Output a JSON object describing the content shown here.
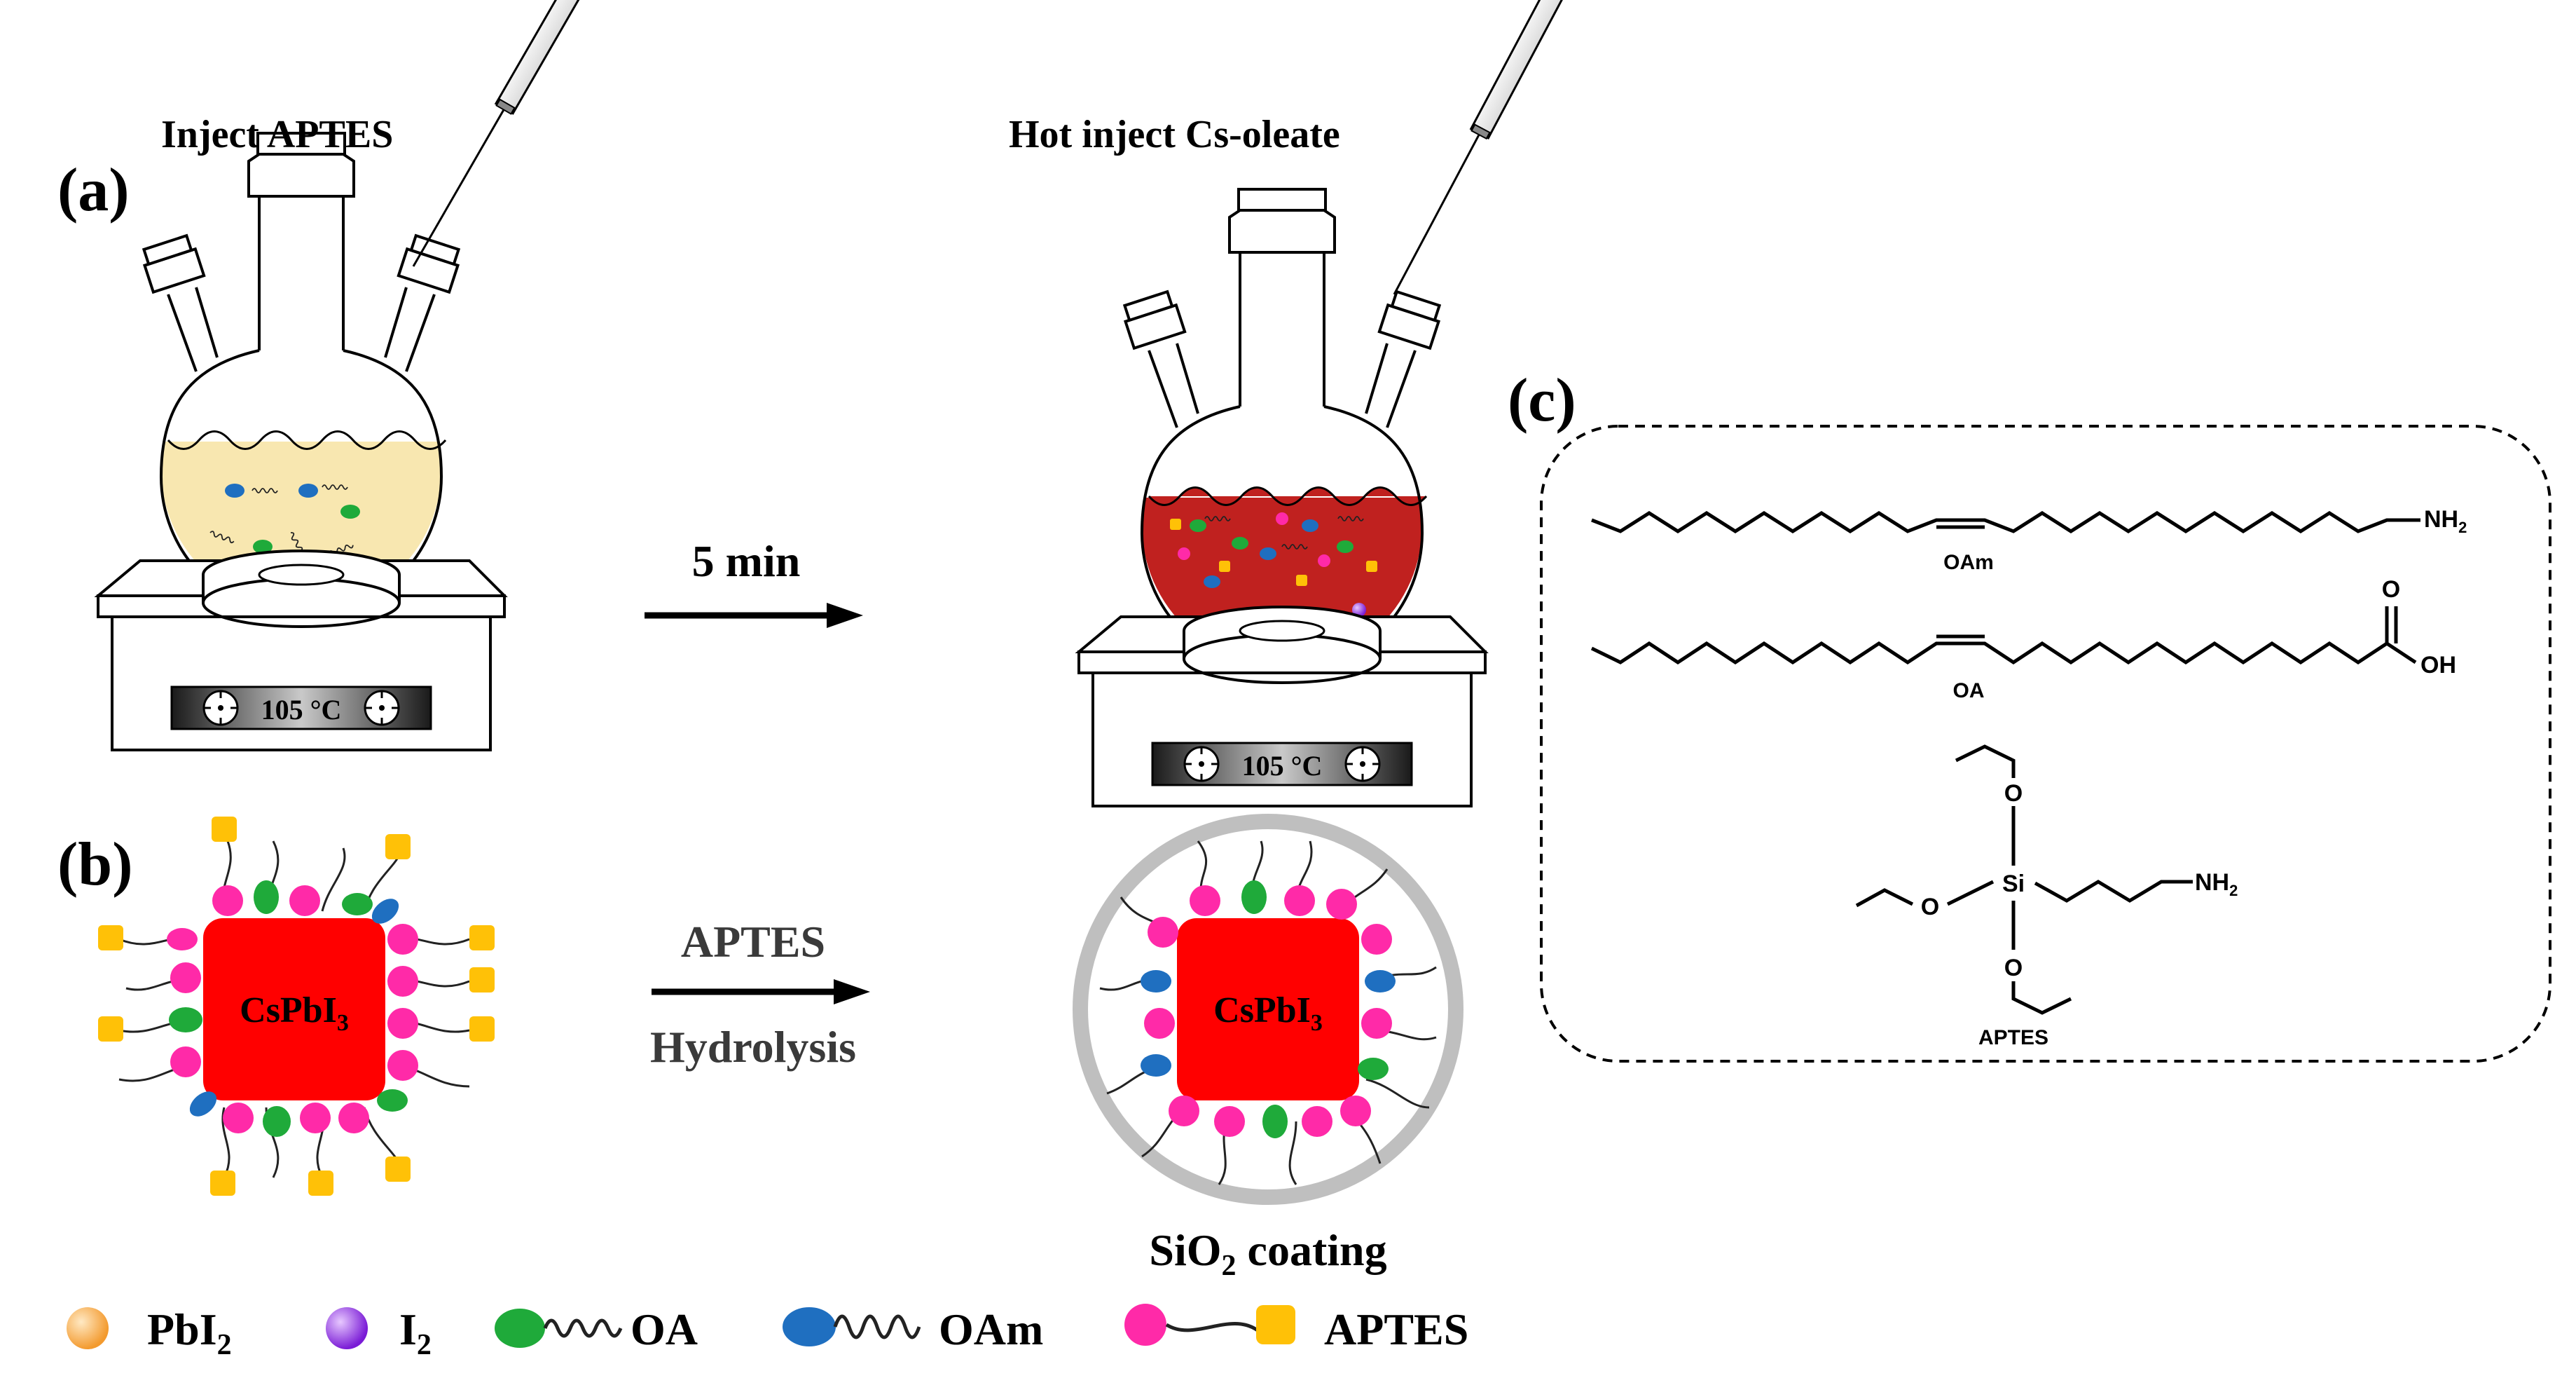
{
  "panel_labels": {
    "a": "(a)",
    "b": "(b)",
    "c": "(c)"
  },
  "panel_a": {
    "left_caption": "Inject APTES",
    "right_caption": "Hot inject Cs-oleate",
    "temp_left": "105 °C",
    "temp_right": "105 °C",
    "step_label": "5 min",
    "left_solution_color": "#f8e7b0",
    "right_solution_color": "#c0211f"
  },
  "panel_b": {
    "core_sub": "CsPbI",
    "core_sub_index": "3",
    "arrow_top": "APTES",
    "arrow_bottom": "Hydrolysis",
    "coating_prefix": "SiO",
    "coating_index": "2",
    "coating_suffix": " coating",
    "core_color": "#ff0000",
    "shell_color": "#bfbfbf"
  },
  "panel_c": {
    "oam_label": "OAm",
    "oa_label": "OA",
    "aptes_label": "APTES",
    "nh2": "NH",
    "nh2_index": "2",
    "o_atom": "O",
    "oh_group": "OH",
    "si_atom": "Si"
  },
  "legend": {
    "pbi2": "PbI",
    "pbi2_index": "2",
    "i2": "I",
    "i2_index": "2",
    "oa": "OA",
    "oam": "OAm",
    "aptes": "APTES"
  },
  "colors": {
    "pbi2": "#f7a94a",
    "i2": "#8a2be2",
    "oa": "#1faa3a",
    "oam": "#1f6fc0",
    "aptes_head": "#ff2aa8",
    "aptes_tail": "#ffc107"
  }
}
